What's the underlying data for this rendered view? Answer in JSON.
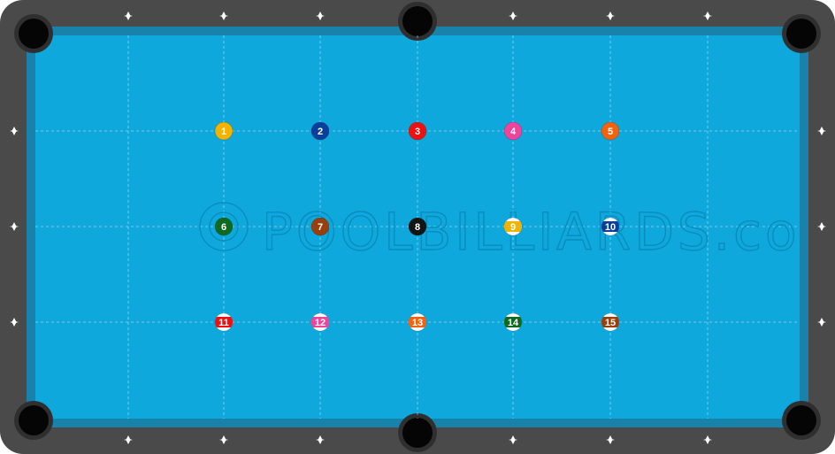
{
  "table": {
    "rail_color": "#4a4a4a",
    "cloth_color": "#0ea8dc",
    "cushion_color": "#1882ab",
    "pocket_color": "#050505",
    "guide_line_color": "#bfe6f5",
    "diamond_color": "#ffffff"
  },
  "watermark": {
    "text": "POOLBILLIARDS.co",
    "color": "#0a8cbc"
  },
  "balls": [
    {
      "number": "1",
      "label": "1",
      "color": "#f2b300",
      "striped": false,
      "col": 1,
      "row": 1
    },
    {
      "number": "2",
      "label": "2",
      "color": "#0a3f9c",
      "striped": false,
      "col": 2,
      "row": 1
    },
    {
      "number": "3",
      "label": "3",
      "color": "#ee1111",
      "striped": false,
      "col": 3,
      "row": 1
    },
    {
      "number": "4",
      "label": "4",
      "color": "#f0449a",
      "striped": false,
      "col": 4,
      "row": 1
    },
    {
      "number": "5",
      "label": "5",
      "color": "#f2620f",
      "striped": false,
      "col": 5,
      "row": 1
    },
    {
      "number": "6",
      "label": "6",
      "color": "#0e6a1e",
      "striped": false,
      "col": 1,
      "row": 2
    },
    {
      "number": "7",
      "label": "7",
      "color": "#9a3f0c",
      "striped": false,
      "col": 2,
      "row": 2
    },
    {
      "number": "8",
      "label": "8",
      "color": "#141414",
      "striped": false,
      "col": 3,
      "row": 2
    },
    {
      "number": "9",
      "label": "9",
      "color": "#f2b300",
      "striped": true,
      "col": 4,
      "row": 2
    },
    {
      "number": "10",
      "label": "10",
      "color": "#0a3f9c",
      "striped": true,
      "col": 5,
      "row": 2
    },
    {
      "number": "11",
      "label": "11",
      "color": "#ee1111",
      "striped": true,
      "col": 1,
      "row": 3
    },
    {
      "number": "12",
      "label": "12",
      "color": "#f0449a",
      "striped": true,
      "col": 2,
      "row": 3
    },
    {
      "number": "13",
      "label": "13",
      "color": "#f2620f",
      "striped": true,
      "col": 3,
      "row": 3
    },
    {
      "number": "14",
      "label": "14",
      "color": "#0e6a1e",
      "striped": true,
      "col": 4,
      "row": 3
    },
    {
      "number": "15",
      "label": "15",
      "color": "#9a3f0c",
      "striped": true,
      "col": 5,
      "row": 3
    }
  ]
}
